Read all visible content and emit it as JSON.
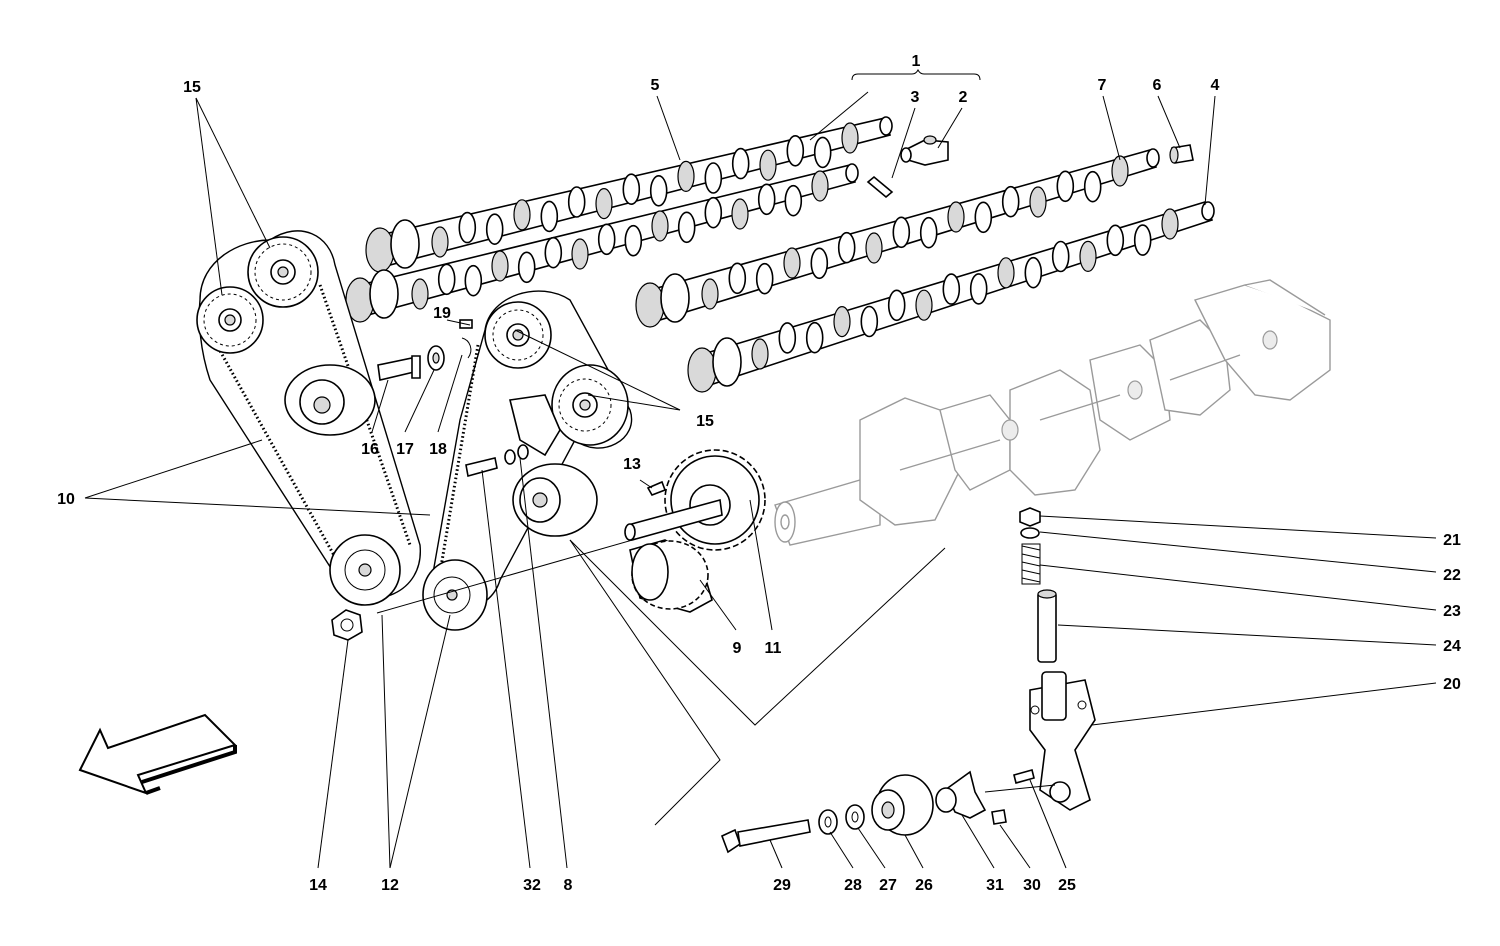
{
  "diagram": {
    "labels": [
      {
        "id": "lbl-1",
        "text": "1"
      },
      {
        "id": "lbl-2",
        "text": "2"
      },
      {
        "id": "lbl-3",
        "text": "3"
      },
      {
        "id": "lbl-4",
        "text": "4"
      },
      {
        "id": "lbl-5",
        "text": "5"
      },
      {
        "id": "lbl-6",
        "text": "6"
      },
      {
        "id": "lbl-7",
        "text": "7"
      },
      {
        "id": "lbl-8",
        "text": "8"
      },
      {
        "id": "lbl-9",
        "text": "9"
      },
      {
        "id": "lbl-10",
        "text": "10"
      },
      {
        "id": "lbl-11",
        "text": "11"
      },
      {
        "id": "lbl-12",
        "text": "12"
      },
      {
        "id": "lbl-13",
        "text": "13"
      },
      {
        "id": "lbl-14",
        "text": "14"
      },
      {
        "id": "lbl-15a",
        "text": "15"
      },
      {
        "id": "lbl-15b",
        "text": "15"
      },
      {
        "id": "lbl-16",
        "text": "16"
      },
      {
        "id": "lbl-17",
        "text": "17"
      },
      {
        "id": "lbl-18",
        "text": "18"
      },
      {
        "id": "lbl-19",
        "text": "19"
      },
      {
        "id": "lbl-20",
        "text": "20"
      },
      {
        "id": "lbl-21",
        "text": "21"
      },
      {
        "id": "lbl-22",
        "text": "22"
      },
      {
        "id": "lbl-23",
        "text": "23"
      },
      {
        "id": "lbl-24",
        "text": "24"
      },
      {
        "id": "lbl-25",
        "text": "25"
      },
      {
        "id": "lbl-26",
        "text": "26"
      },
      {
        "id": "lbl-27",
        "text": "27"
      },
      {
        "id": "lbl-28",
        "text": "28"
      },
      {
        "id": "lbl-29",
        "text": "29"
      },
      {
        "id": "lbl-30",
        "text": "30"
      },
      {
        "id": "lbl-31",
        "text": "31"
      },
      {
        "id": "lbl-32",
        "text": "32"
      }
    ]
  }
}
